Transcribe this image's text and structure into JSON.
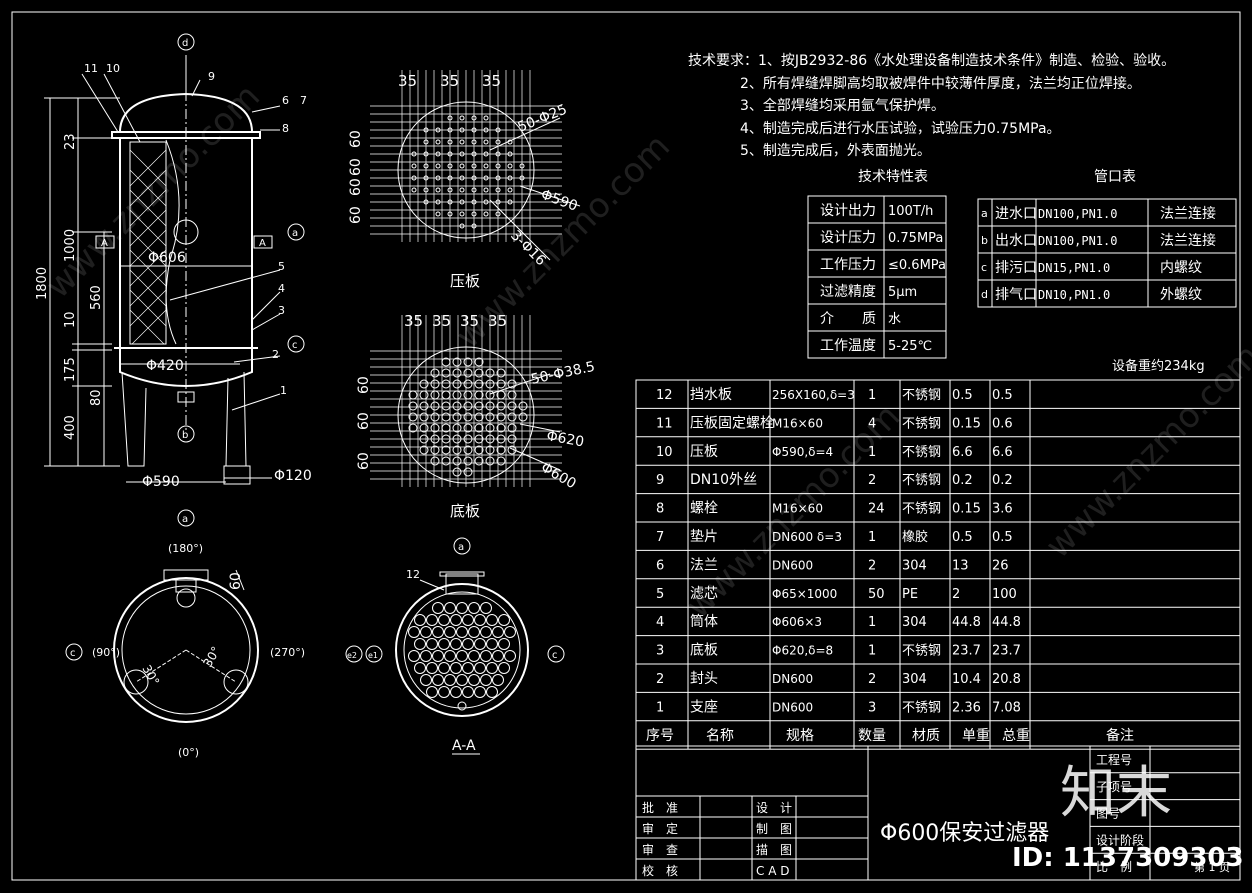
{
  "title": "Φ600保安过滤器",
  "tech_requirements": [
    "技术要求：1、按JB2932-86《水处理设备制造技术条件》制造、检验、验收。",
    "2、所有焊缝焊脚高均取被焊件中较薄件厚度，法兰均正位焊接。",
    "3、全部焊缝均采用氩气保护焊。",
    "4、制造完成后进行水压试验，试验压力0.75MPa。",
    "5、制造完成后，外表面抛光。"
  ],
  "spec_table": {
    "title": "技术特性表",
    "rows": [
      [
        "设计出力",
        "100T/h"
      ],
      [
        "设计压力",
        "0.75MPa"
      ],
      [
        "工作压力",
        "≤0.6MPa"
      ],
      [
        "过滤精度",
        "5μm"
      ],
      [
        "介　　质",
        "水"
      ],
      [
        "工作温度",
        "5-25℃"
      ]
    ]
  },
  "nozzle_table": {
    "title": "管口表",
    "rows": [
      [
        "a",
        "进水口",
        "DN100,PN1.0",
        "法兰连接"
      ],
      [
        "b",
        "出水口",
        "DN100,PN1.0",
        "法兰连接"
      ],
      [
        "c",
        "排污口",
        "DN15,PN1.0",
        "内螺纹"
      ],
      [
        "d",
        "排气口",
        "DN10,PN1.0",
        "外螺纹"
      ]
    ]
  },
  "weight_note": "设备重约234kg",
  "bom": {
    "headers": [
      "序号",
      "名称",
      "规格",
      "数量",
      "材质",
      "单重",
      "总重",
      "备注"
    ],
    "rows": [
      [
        "12",
        "挡水板",
        "256X160,δ=3",
        "1",
        "不锈钢",
        "0.5",
        "0.5",
        ""
      ],
      [
        "11",
        "压板固定螺栓",
        "M16×60",
        "4",
        "不锈钢",
        "0.15",
        "0.6",
        ""
      ],
      [
        "10",
        "压板",
        "Φ590,δ=4",
        "1",
        "不锈钢",
        "6.6",
        "6.6",
        ""
      ],
      [
        "9",
        "DN10外丝",
        "",
        "2",
        "不锈钢",
        "0.2",
        "0.2",
        ""
      ],
      [
        "8",
        "螺栓",
        "M16×60",
        "24",
        "不锈钢",
        "0.15",
        "3.6",
        ""
      ],
      [
        "7",
        "垫片",
        "DN600 δ=3",
        "1",
        "橡胶",
        "0.5",
        "0.5",
        ""
      ],
      [
        "6",
        "法兰",
        "DN600",
        "2",
        "304",
        "13",
        "26",
        ""
      ],
      [
        "5",
        "滤芯",
        "Φ65×1000",
        "50",
        "PE",
        "2",
        "100",
        ""
      ],
      [
        "4",
        "筒体",
        "Φ606×3",
        "1",
        "304",
        "44.8",
        "44.8",
        ""
      ],
      [
        "3",
        "底板",
        "Φ620,δ=8",
        "1",
        "不锈钢",
        "23.7",
        "23.7",
        ""
      ],
      [
        "2",
        "封头",
        "DN600",
        "2",
        "304",
        "10.4",
        "20.8",
        ""
      ],
      [
        "1",
        "支座",
        "DN600",
        "3",
        "不锈钢",
        "2.36",
        "7.08",
        ""
      ]
    ]
  },
  "title_block": {
    "left": [
      "批　准",
      "审　定",
      "审　查",
      "校　核"
    ],
    "mid": [
      "设　计",
      "制　图",
      "描　图",
      "C A D"
    ],
    "right": [
      "工程号",
      "子项号",
      "图号",
      "设计阶段",
      "比　例"
    ],
    "sheet": "第 1 页"
  },
  "views": {
    "press_plate": "压板",
    "bottom_plate": "底板",
    "section": "A-A"
  },
  "dims": {
    "d35": "35",
    "d60": "60",
    "d606": "Φ606",
    "d420": "Φ420",
    "d590": "Φ590",
    "d120": "Φ120",
    "d1800": "1800",
    "d1000": "1000",
    "d560": "560",
    "d10": "10",
    "d175": "175",
    "d80": "80",
    "d400": "400",
    "d23": "23",
    "holes25": "50-Φ25",
    "holes385": "50-Φ38.5",
    "p590": "Φ590",
    "p16": "3-Φ16",
    "p620": "Φ620",
    "p600": "Φ600",
    "ang180": "(180°)",
    "ang90": "(90°)",
    "ang270": "(270°)",
    "ang0": "(0°)",
    "a30": "30°",
    "sec": "A",
    "lbl_a": "a",
    "lbl_b": "b",
    "lbl_c": "c",
    "lbl_d": "d",
    "lbl_e1": "e1",
    "lbl_e2": "e2"
  },
  "part_numbers": [
    "1",
    "2",
    "3",
    "4",
    "5",
    "6",
    "7",
    "8",
    "9",
    "10",
    "11",
    "12"
  ],
  "watermark": {
    "logo": "知末",
    "id": "ID: 1137309303",
    "site": "www.znzmo.com"
  }
}
